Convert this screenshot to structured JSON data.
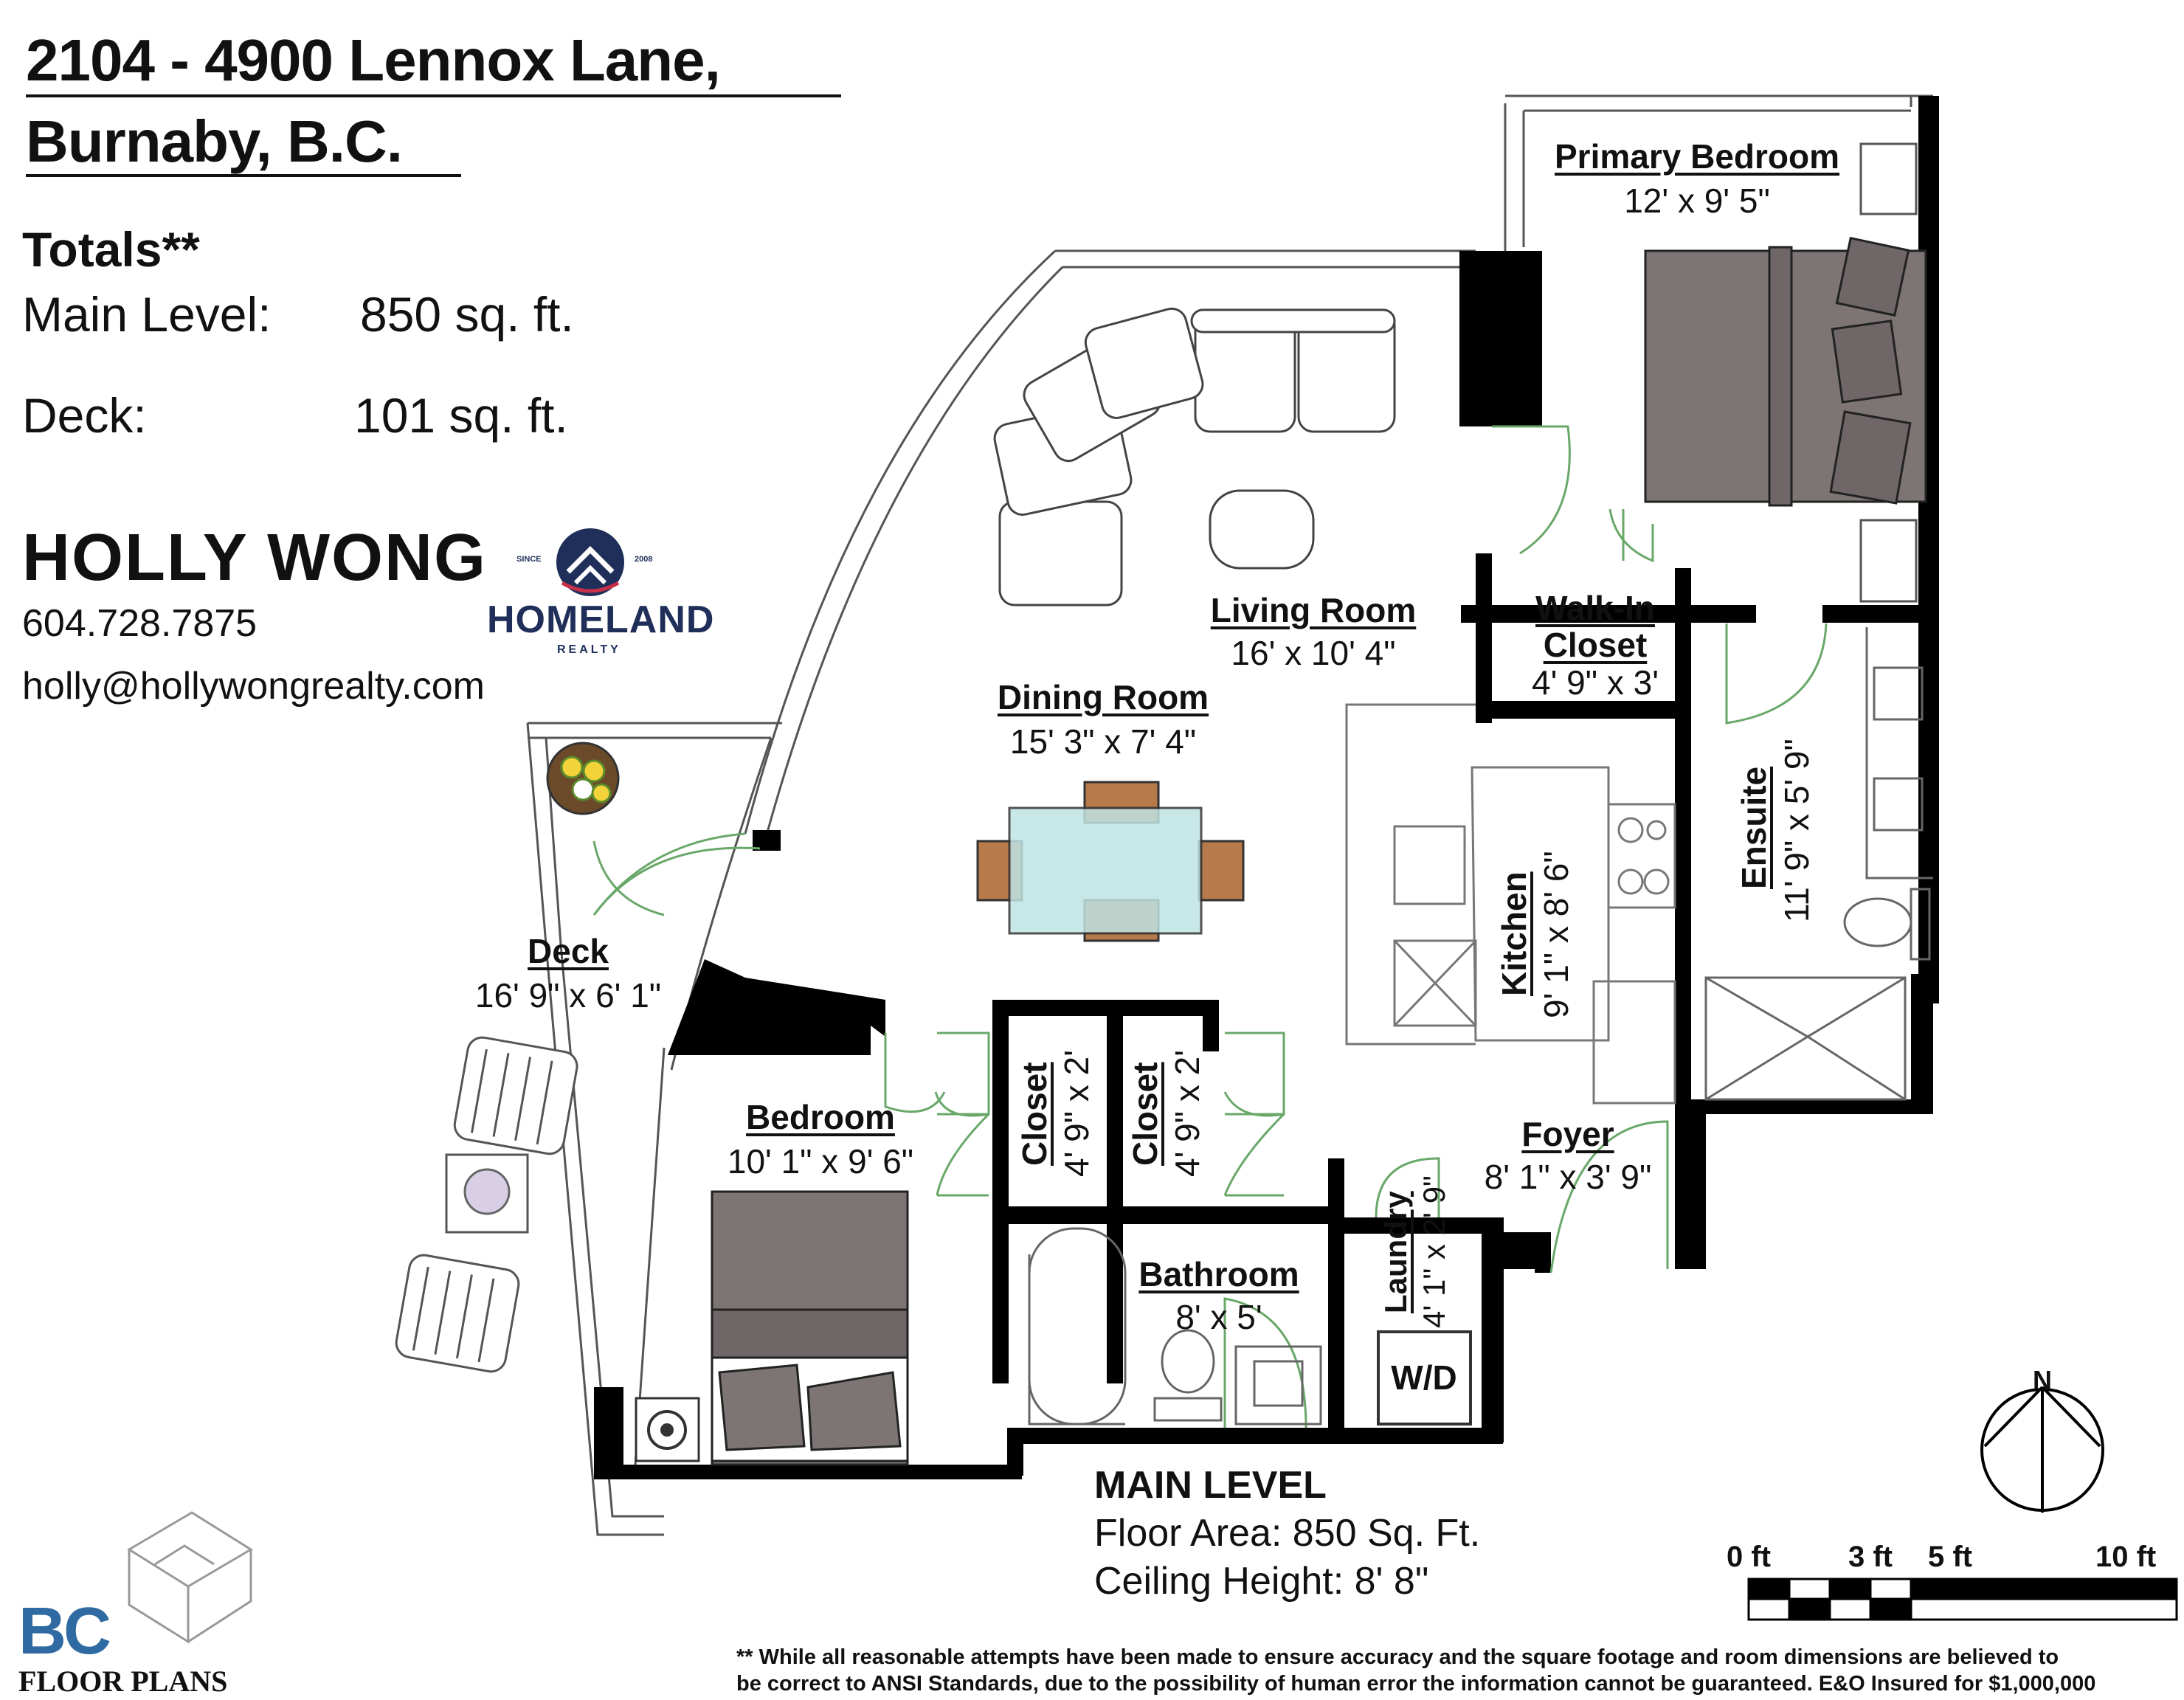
{
  "address": {
    "line1": "2104 - 4900 Lennox Lane,",
    "line2": "Burnaby, B.C."
  },
  "totals": {
    "heading": "Totals**",
    "main_label": "Main Level:",
    "main_value": "850 sq. ft.",
    "deck_label": "Deck:",
    "deck_value": "101 sq. ft."
  },
  "agent": {
    "name": "HOLLY WONG",
    "phone": "604.728.7875",
    "email": "holly@hollywongrealty.com"
  },
  "brokerage": {
    "name": "HOMELAND",
    "sub": "REALTY",
    "since": "SINCE",
    "year": "2008",
    "color": "#1f2f5a",
    "accent": "#c8304a"
  },
  "rooms": {
    "primary_bedroom": {
      "name": "Primary Bedroom",
      "dim": "12' x 9' 5\""
    },
    "living_room": {
      "name": "Living Room",
      "dim": "16' x 10' 4\""
    },
    "walk_in_closet": {
      "name1": "Walk-In",
      "name2": "Closet",
      "dim": "4' 9\" x 3'"
    },
    "dining_room": {
      "name": "Dining Room",
      "dim": "15' 3\" x 7' 4\""
    },
    "kitchen": {
      "name": "Kitchen",
      "dim": "9' 1\" x 8' 6\""
    },
    "ensuite": {
      "name": "Ensuite",
      "dim": "11' 9\" x 5' 9\""
    },
    "deck": {
      "name": "Deck",
      "dim": "16' 9\" x 6' 1\""
    },
    "bedroom": {
      "name": "Bedroom",
      "dim": "10' 1\" x 9' 6\""
    },
    "closet_1": {
      "name": "Closet",
      "dim": "4' 9\" x 2'"
    },
    "closet_2": {
      "name": "Closet",
      "dim": "4' 9\" x 2'"
    },
    "foyer": {
      "name": "Foyer",
      "dim": "8' 1\" x 3' 9\""
    },
    "laundry": {
      "name": "Laundry",
      "dim": "4' 1\" x 2' 9\""
    },
    "bathroom": {
      "name": "Bathroom",
      "dim": "8' x 5'"
    },
    "wd": {
      "name": "W/D"
    }
  },
  "level": {
    "title": "MAIN LEVEL",
    "area": "Floor Area: 850 Sq. Ft.",
    "ceiling": "Ceiling Height: 8' 8\""
  },
  "compass": {
    "north": "N"
  },
  "scale": {
    "labels": [
      "0 ft",
      "3 ft",
      "5 ft",
      "10 ft"
    ]
  },
  "bc_logo": {
    "mark": "BC",
    "text": "FLOOR PLANS",
    "color": "#2f6aa3"
  },
  "disclaimer": {
    "line1": "** While all reasonable attempts have been made to ensure accuracy and the square footage and room dimensions are believed to",
    "line2": "be correct to ANSI Standards, due to the possibility of human error the information cannot be guaranteed. E&O Insured for $1,000,000"
  },
  "colors": {
    "wall": "#000000",
    "furniture_fill": "#7d7474",
    "door_swing": "#6aa86a",
    "glass": "#bfe3e3"
  }
}
